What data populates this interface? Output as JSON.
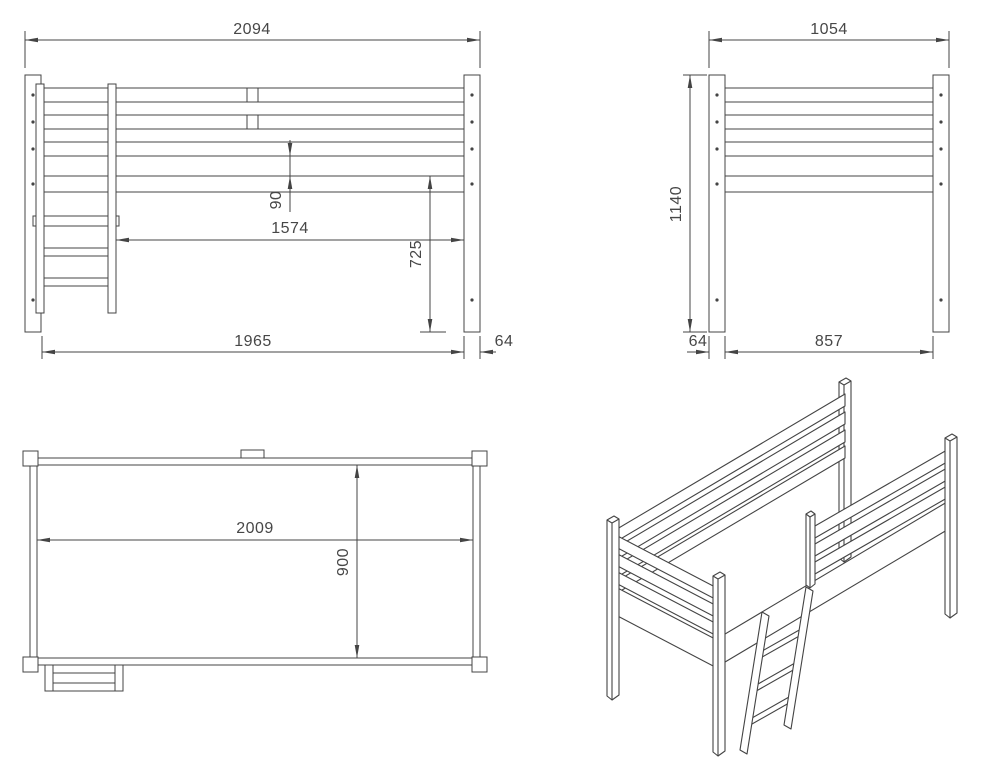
{
  "drawing": {
    "background_color": "#ffffff",
    "line_color": "#444444",
    "text_color": "#474747"
  },
  "dimensions": {
    "front": {
      "overall_width": "2094",
      "rail_to_platform_gap": "90",
      "clear_opening_width": "1574",
      "platform_height": "725",
      "inner_width": "1965",
      "post_width": "64"
    },
    "side": {
      "overall_depth": "1054",
      "overall_height": "1140",
      "post_width": "64",
      "inner_depth": "857"
    },
    "plan": {
      "inner_length": "2009",
      "inner_width": "900"
    }
  }
}
